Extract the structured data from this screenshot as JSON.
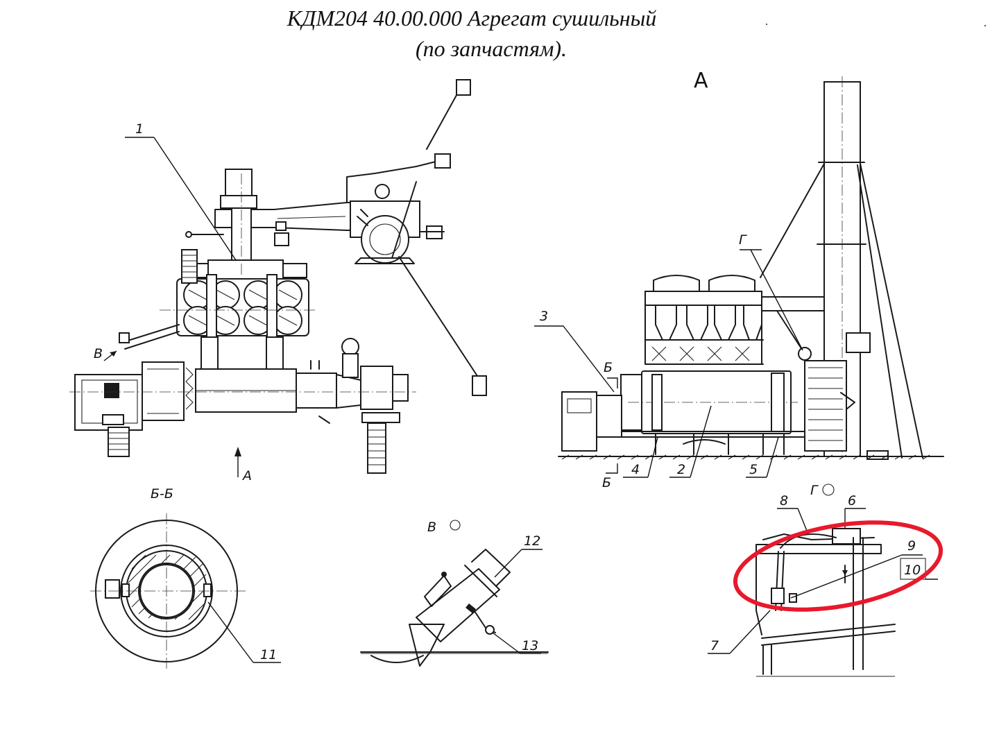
{
  "title": {
    "line1": "КДМ204 40.00.000 Агрегат сушильный",
    "line2": "(по запчастям)."
  },
  "views": {
    "view_a": "А",
    "section_bb": "Б-Б",
    "view_v": "В",
    "view_g": "Г",
    "arrow_a": "А",
    "arrow_v": "В",
    "cut_b_top": "Б",
    "cut_b_bottom": "Б",
    "mark_g": "Г"
  },
  "callouts": [
    "1",
    "2",
    "3",
    "4",
    "5",
    "6",
    "7",
    "8",
    "9",
    "10",
    "11",
    "12",
    "13"
  ],
  "highlight": {
    "color": "#e8192c"
  }
}
